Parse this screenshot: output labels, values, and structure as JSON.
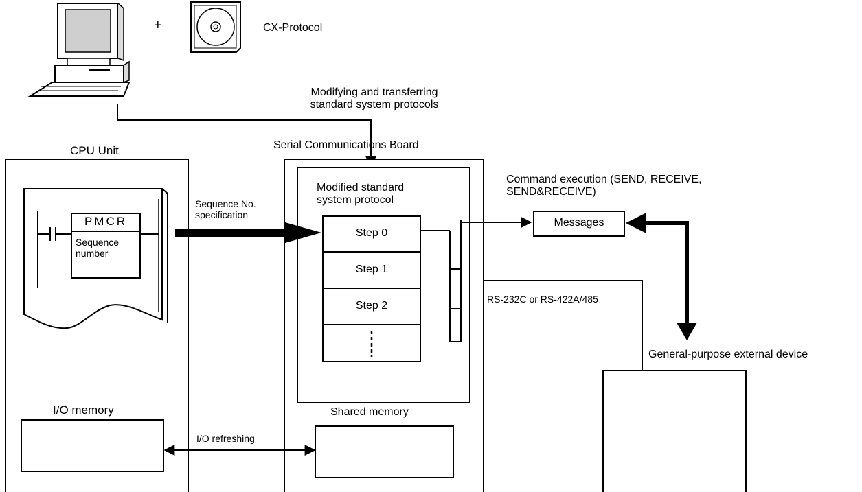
{
  "software": {
    "plus": "+",
    "name": "CX-Protocol",
    "transfer_note_line1": "Modifying and transferring",
    "transfer_note_line2": "standard system protocols"
  },
  "cpu_unit": {
    "title": "CPU Unit",
    "instruction": "PMCR",
    "operand_line1": "Sequence",
    "operand_line2": "number",
    "io_memory_label": "I/O memory"
  },
  "sequence_link": {
    "line1": "Sequence No.",
    "line2": "specification"
  },
  "board": {
    "title": "Serial Communications Board",
    "protocol_line1": "Modified standard",
    "protocol_line2": "system protocol",
    "steps": [
      "Step 0",
      "Step 1",
      "Step 2"
    ],
    "shared_memory_label": "Shared memory"
  },
  "io_refresh_label": "I/O refreshing",
  "command": {
    "line1": "Command execution (SEND, RECEIVE,",
    "line2": "SEND&RECEIVE)"
  },
  "messages_label": "Messages",
  "interface_label": "RS-232C or RS-422A/485",
  "external_device_label": "General-purpose external device"
}
